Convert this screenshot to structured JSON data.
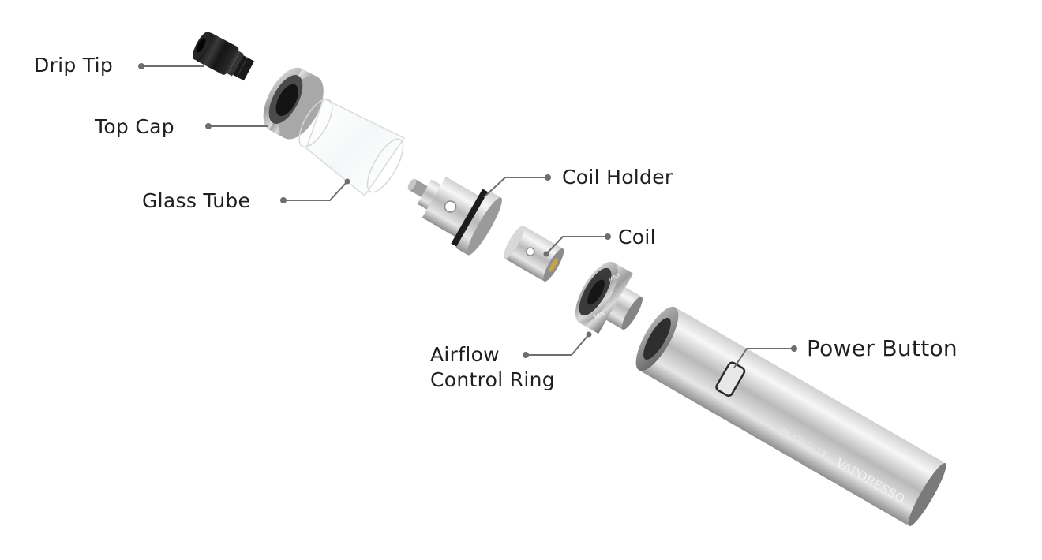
{
  "labels": {
    "drip_tip": "Drip Tip",
    "top_cap": "Top Cap",
    "glass_tube": "Glass Tube",
    "coil_holder": "Coil Holder",
    "coil": "Coil",
    "airflow_line1": "Airflow",
    "airflow_line2": "Control Ring",
    "power_button": "Power Button"
  },
  "device": {
    "brand": "VAPORESSO",
    "model": "VM STICK 18",
    "ring_marks": [
      "MAX",
      "MIN"
    ]
  },
  "colors": {
    "label_text": "#1f1f1f",
    "leader_line": "#6e6e6e",
    "metal_light": "#f4f4f4",
    "metal_dark": "#8a8a8a",
    "drip_tip": "#1b1b1b"
  }
}
